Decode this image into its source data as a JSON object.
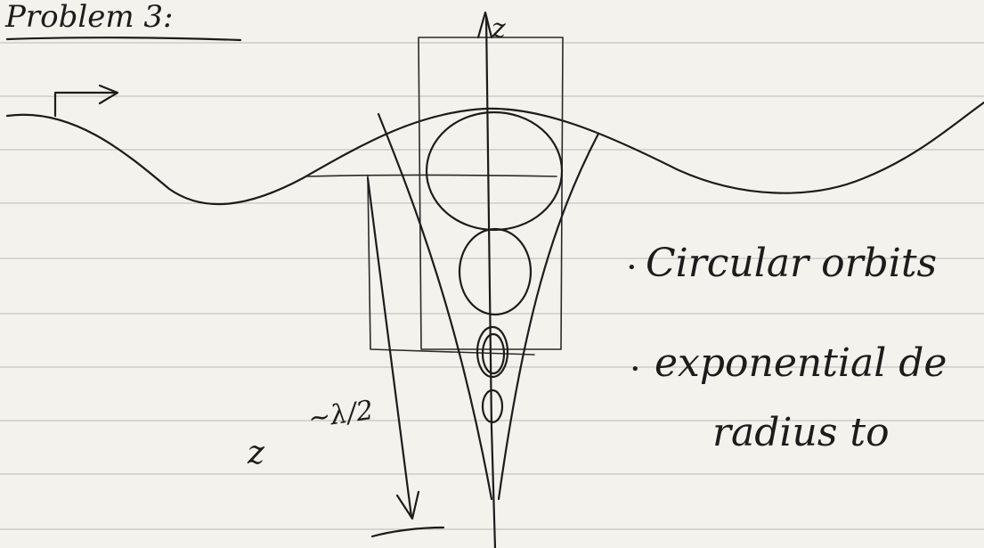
{
  "heading": "Problem 3:",
  "axis_label_top": "z",
  "axis_label_side": "z",
  "half_wavelength_label": "~λ/2",
  "notes": [
    {
      "bullet": "•",
      "text": "Circular orbits"
    },
    {
      "bullet": "•",
      "text": "exponential de"
    },
    {
      "bullet": "",
      "text": "radius to"
    }
  ]
}
